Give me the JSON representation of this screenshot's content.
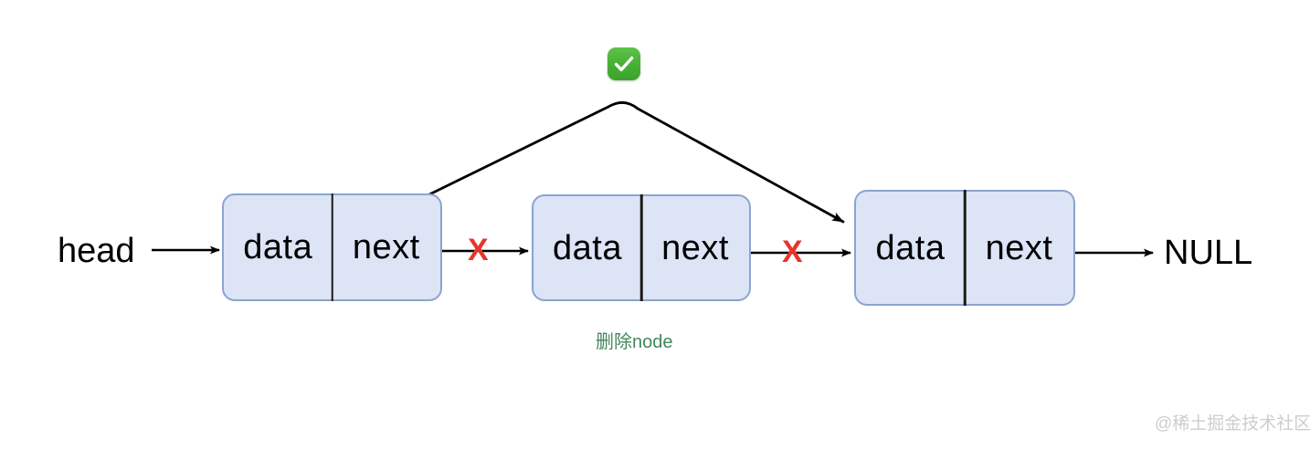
{
  "diagram": {
    "title": "Singly linked list node deletion",
    "background_color": "#ffffff",
    "node_fill": "#dce4f5",
    "node_border": "#8ba4d0",
    "line_color": "#000000",
    "x_mark_color": "#e8352b",
    "delete_label_color": "#43875c",
    "check_badge_color": "#46b033"
  },
  "labels": {
    "head": "head",
    "null": "NULL",
    "delete_note": "删除node",
    "watermark": "@稀土掘金技术社区"
  },
  "nodes": [
    {
      "data_label": "data",
      "next_label": "next"
    },
    {
      "data_label": "data",
      "next_label": "next"
    },
    {
      "data_label": "data",
      "next_label": "next"
    }
  ],
  "markers": {
    "broken_link_1": "X",
    "broken_link_2": "X",
    "approved_icon": "check-badge"
  },
  "icons": {
    "check": "white-check-mark"
  }
}
